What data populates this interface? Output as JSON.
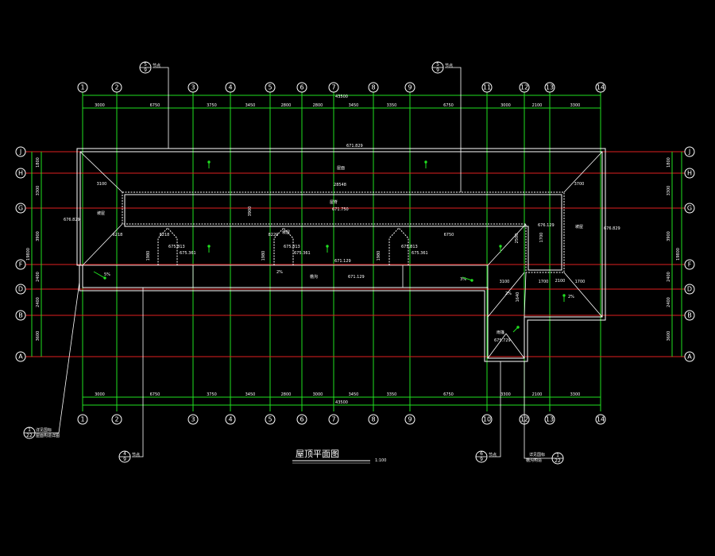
{
  "drawing": {
    "title": "屋顶平面图",
    "scale": "1:100",
    "columns_top": [
      "1",
      "2",
      "3",
      "4",
      "5",
      "6",
      "7",
      "8",
      "9",
      "11",
      "12",
      "13",
      "14"
    ],
    "columns_bottom": [
      "1",
      "2",
      "3",
      "4",
      "5",
      "6",
      "7",
      "8",
      "9",
      "10",
      "12",
      "13",
      "14"
    ],
    "rows": [
      "J",
      "H",
      "G",
      "F",
      "D",
      "B",
      "A"
    ],
    "dims_top": [
      "3000",
      "6750",
      "3750",
      "3450",
      "2800",
      "2800",
      "3450",
      "3350",
      "6750",
      "3000",
      "2100",
      "3300"
    ],
    "dims_bottom": [
      "3000",
      "6750",
      "3750",
      "3450",
      "2800",
      "3000",
      "3450",
      "3350",
      "6750",
      "3300",
      "2100",
      "3300"
    ],
    "total_top": "43500",
    "total_bottom": "43500",
    "dims_left": [
      "1800",
      "3300",
      "3900",
      "2400",
      "2400",
      "3600"
    ],
    "dims_right": [
      "1800",
      "3300",
      "3900",
      "2400",
      "2400",
      "3600"
    ],
    "left_total": "19800",
    "right_total": "19800",
    "elevations": {
      "ridge_top": "671.829",
      "main_mid": "671.750",
      "mid_bottom": "671.129",
      "left": "676.829",
      "right": "676.829",
      "right_lower": "676.129",
      "bottom_ext": "675.729",
      "dormer_1": "675.813",
      "dormer_2": "675.813",
      "dormer_3": "675.813",
      "dormer_1b": "675.361",
      "dormer_2b": "675.361",
      "dormer_3b": "675.361",
      "lower": "671.129"
    },
    "inner_dims": [
      "3100",
      "8218",
      "8220",
      "6750",
      "3700",
      "2100",
      "3100",
      "1700",
      "1700",
      "6218",
      "28548",
      "1980",
      "1980",
      "1980",
      "1700",
      "3900",
      "2500",
      "1640"
    ],
    "labels": {
      "valley": "屋面",
      "slope_a": "5%",
      "slope_b": "2%",
      "slope_c": "3%",
      "slope_d": "2%",
      "slope_e": "2%",
      "gutter": "檐沟",
      "roof_mark": "屋脊",
      "extension": "雨篷",
      "slope_left": "坡屋",
      "slope_right": "坡屋",
      "slope_center": "坡屋"
    },
    "callouts": {
      "top_left_num": "5",
      "top_left_den": "9",
      "top_left_tag": "节点",
      "top_right_num": "5",
      "top_right_den": "9",
      "top_right_tag": "节点",
      "bot_left_num": "4",
      "bot_left_den": "9",
      "bot_left_tag": "节点",
      "bot_right_num": "6",
      "bot_right_den": "9",
      "bot_right_tag": "节点",
      "detail_left_num": "1",
      "detail_left_den": "22",
      "detail_left_text_1": "详见国标",
      "detail_left_text_2": "屋面构造详图",
      "detail_right_num": "1",
      "detail_right_den": "22",
      "detail_right_text_1": "详见国标",
      "detail_right_text_2": "檐沟构造"
    }
  }
}
